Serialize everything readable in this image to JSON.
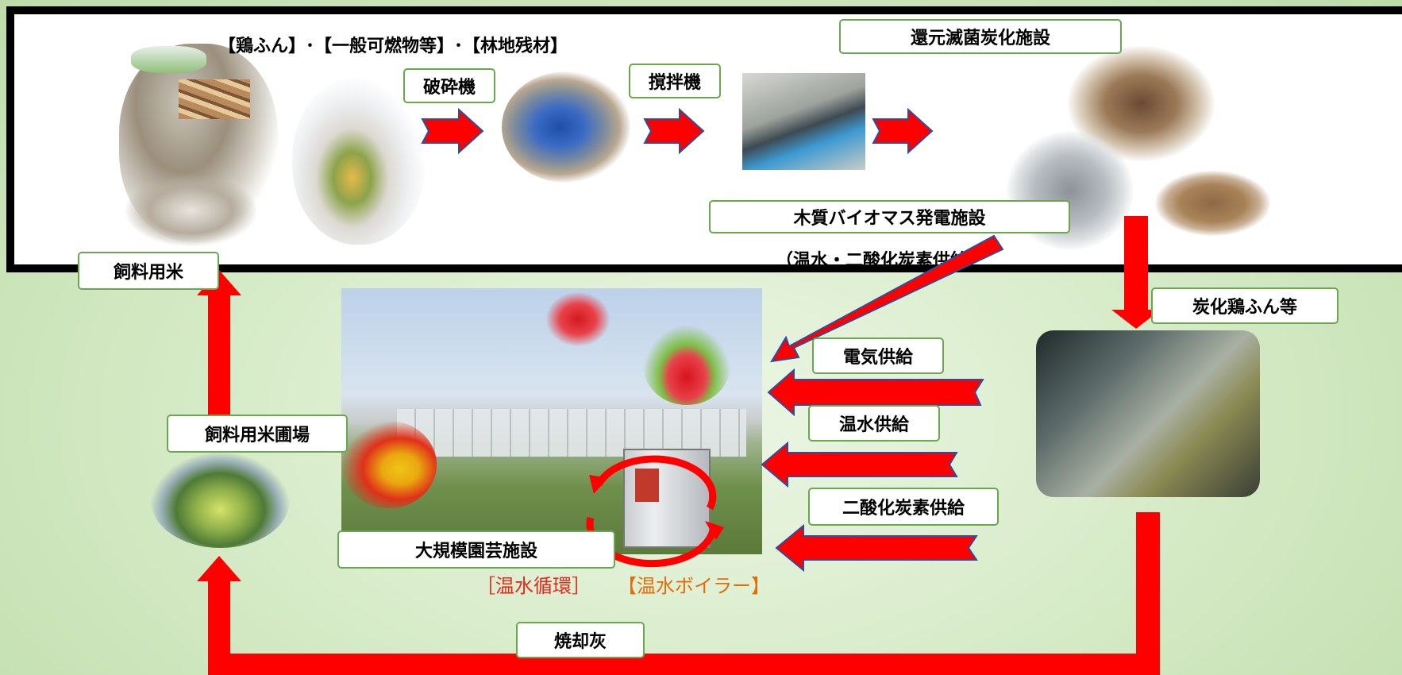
{
  "labels": {
    "inputs": "【鶏ふん】･【一般可燃物等】･【林地残材】",
    "crusher": "破砕機",
    "mixer": "撹拌機",
    "carbonization_facility": "還元滅菌炭化施設",
    "biomass_plant": "木質バイオマス発電施設",
    "biomass_supply": "（温水・二酸化炭素供給）",
    "carbonized_manure": "炭化鶏ふん等",
    "electricity_supply": "電気供給",
    "hot_water_supply": "温水供給",
    "co2_supply": "二酸化炭素供給",
    "horticulture_facility": "大規模園芸施設",
    "hot_water_circulation": "［温水循環］",
    "hot_water_boiler": "【温水ボイラー】",
    "feed_rice": "飼料用米",
    "feed_rice_field": "飼料用米圃場",
    "incineration_ash": "焼却灰"
  },
  "colors": {
    "arrow": "#ff0000",
    "label_border": "#6aa84f",
    "circulation_text": "#e8261c",
    "boiler_text": "#e36c0a",
    "background": "#c9e3b8"
  },
  "icons": {
    "flow_arrow": "red-right-arrow",
    "circulation": "red-circular-arrow"
  }
}
